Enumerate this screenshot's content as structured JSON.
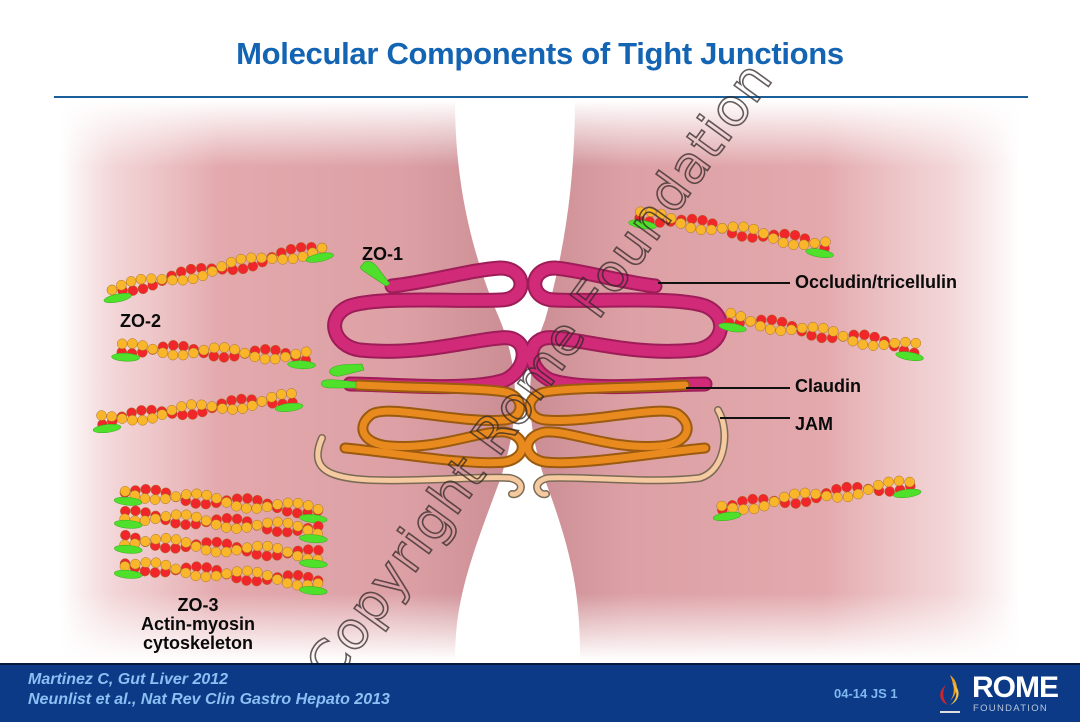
{
  "slide": {
    "title": "Molecular Components of Tight Junctions",
    "watermark": "Copyright Rome Foundation"
  },
  "labels": {
    "zo1": "ZO-1",
    "zo2": "ZO-2",
    "zo3": "ZO-3",
    "cytoskeleton_line1": "Actin-myosin",
    "cytoskeleton_line2": "cytoskeleton",
    "occludin": "Occludin/tricellulin",
    "claudin": "Claudin",
    "jam": "JAM"
  },
  "colors": {
    "title": "#1464b4",
    "cell": "#e3a9ad",
    "occludin": "#d02a78",
    "claudin": "#e98a1e",
    "jam": "#f6caa0",
    "actin_red": "#f0262a",
    "actin_yellow": "#f9b62a",
    "zo_green": "#4ee02a",
    "footer": "#0c3a86"
  },
  "footer": {
    "citations": [
      "Martinez C, Gut Liver 2012",
      "Neunlist et al., Nat Rev Clin Gastro Hepato 2013"
    ],
    "slide_code": "04-14  JS 1",
    "logo": {
      "name": "ROME",
      "subtitle": "FOUNDATION",
      "icon": "flame-icon"
    }
  }
}
